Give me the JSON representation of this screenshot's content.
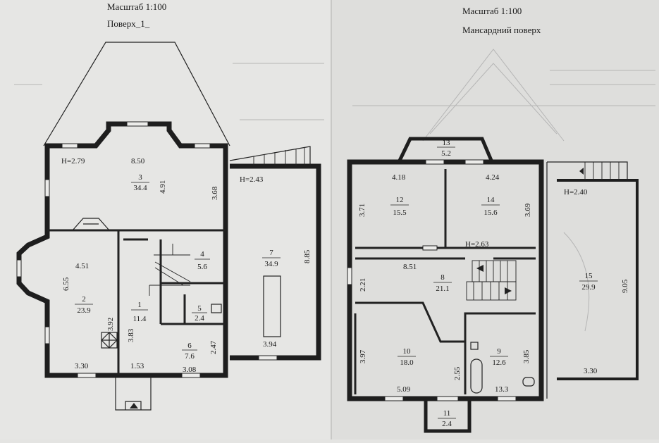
{
  "left_plan": {
    "scale": "Масштаб 1:100",
    "floor": "Поверх_1_",
    "rooms": [
      {
        "num": "3",
        "area": "34.4"
      },
      {
        "num": "2",
        "area": "23.9"
      },
      {
        "num": "1",
        "area": "11.4"
      },
      {
        "num": "4",
        "area": "5.6"
      },
      {
        "num": "5",
        "area": "2.4"
      },
      {
        "num": "6",
        "area": "7.6"
      },
      {
        "num": "7",
        "area": "34.9"
      }
    ],
    "dims": {
      "h1": "H=2.79",
      "w850": "8.50",
      "d491": "4.91",
      "d368": "3.68",
      "h2": "H=2.43",
      "d885": "8.85",
      "d451": "4.51",
      "d655": "6.55",
      "d392": "3.92",
      "d383": "3.83",
      "d330": "3.30",
      "d153": "1.53",
      "d308": "3.08",
      "d247": "2.47",
      "d394": "3.94"
    }
  },
  "right_plan": {
    "scale": "Масштаб 1:100",
    "floor": "Мансардний поверх",
    "rooms": [
      {
        "num": "13",
        "area": "5.2"
      },
      {
        "num": "12",
        "area": "15.5"
      },
      {
        "num": "14",
        "area": "15.6"
      },
      {
        "num": "8",
        "area": "21.1"
      },
      {
        "num": "10",
        "area": "18.0"
      },
      {
        "num": "9",
        "area": "12.6"
      },
      {
        "num": "11",
        "area": "2.4"
      },
      {
        "num": "15",
        "area": "29.9"
      }
    ],
    "dims": {
      "d418": "4.18",
      "d424": "4.24",
      "d371": "3.71",
      "d369": "3.69",
      "h263": "H=2.63",
      "h240": "H=2.40",
      "d851": "8.51",
      "d221": "2.21",
      "d397": "3.97",
      "d509": "5.09",
      "d255": "2.55",
      "d133": "13.3",
      "d385": "3.85",
      "d905": "9.05",
      "d330": "3.30"
    }
  }
}
